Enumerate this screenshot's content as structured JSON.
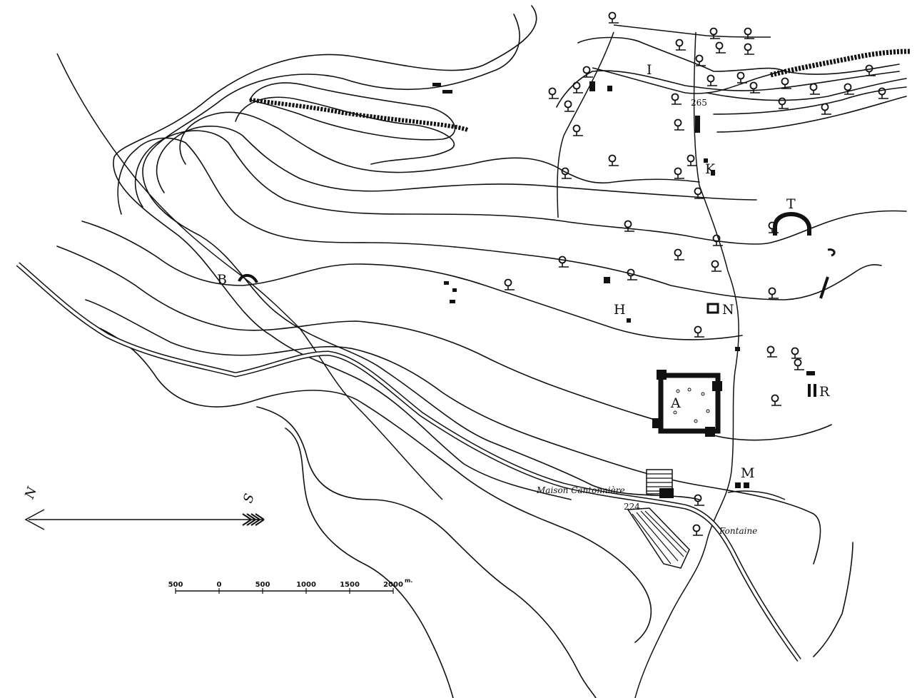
{
  "map": {
    "labels": {
      "A": "A",
      "B": "B",
      "H": "H",
      "I": "I",
      "K": "K",
      "M": "M",
      "N": "N",
      "R": "R",
      "T": "T"
    },
    "elevations": {
      "summit": "265",
      "station": "224"
    },
    "place_names": {
      "maison": "Maison Cantonnière",
      "fontaine": "Fontaine"
    },
    "compass": {
      "north": "N",
      "south": "S"
    },
    "scale_bar": {
      "ticks": [
        "500",
        "0",
        "500",
        "1000",
        "1500",
        "2000"
      ],
      "unit": "m."
    },
    "colors": {
      "ink": "#111111",
      "paper": "#ffffff"
    }
  }
}
